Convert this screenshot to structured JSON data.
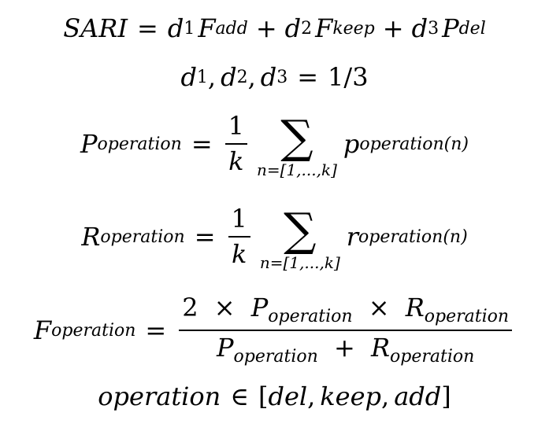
{
  "equations": {
    "sari": {
      "lhs": "SARI",
      "eq": "=",
      "d1": "d",
      "d1_sub": "1",
      "f1": "F",
      "f1_sub": "add",
      "plus1": "+",
      "d2": "d",
      "d2_sub": "2",
      "f2": "F",
      "f2_sub": "keep",
      "plus2": "+",
      "d3": "d",
      "d3_sub": "3",
      "p3": "P",
      "p3_sub": "del"
    },
    "weights": {
      "d1": "d",
      "d1_sub": "1",
      "c1": ",",
      "d2": "d",
      "d2_sub": "2",
      "c2": ",",
      "d3": "d",
      "d3_sub": "3",
      "eq": "=",
      "value": "1/3"
    },
    "precision": {
      "lhs": "P",
      "lhs_sub": "operation",
      "eq": "=",
      "num": "1",
      "den": "k",
      "sigma": "∑",
      "limits": "n=[1,...,k]",
      "term": "p",
      "term_sub": "operation(n)"
    },
    "recall": {
      "lhs": "R",
      "lhs_sub": "operation",
      "eq": "=",
      "num": "1",
      "den": "k",
      "sigma": "∑",
      "limits": "n=[1,...,k]",
      "term": "r",
      "term_sub": "operation(n)"
    },
    "fscore": {
      "lhs": "F",
      "lhs_sub": "operation",
      "eq": "=",
      "num_two": "2",
      "times1": "×",
      "num_p": "P",
      "num_p_sub": "operation",
      "times2": "×",
      "num_r": "R",
      "num_r_sub": "operation",
      "den_p": "P",
      "den_p_sub": "operation",
      "plus": "+",
      "den_r": "R",
      "den_r_sub": "operation"
    },
    "domain": {
      "var": "operation",
      "in": "∈",
      "open": "[",
      "item1": "del",
      "c1": ",",
      "item2": "keep",
      "c2": ",",
      "item3": "add",
      "close": "]"
    }
  }
}
